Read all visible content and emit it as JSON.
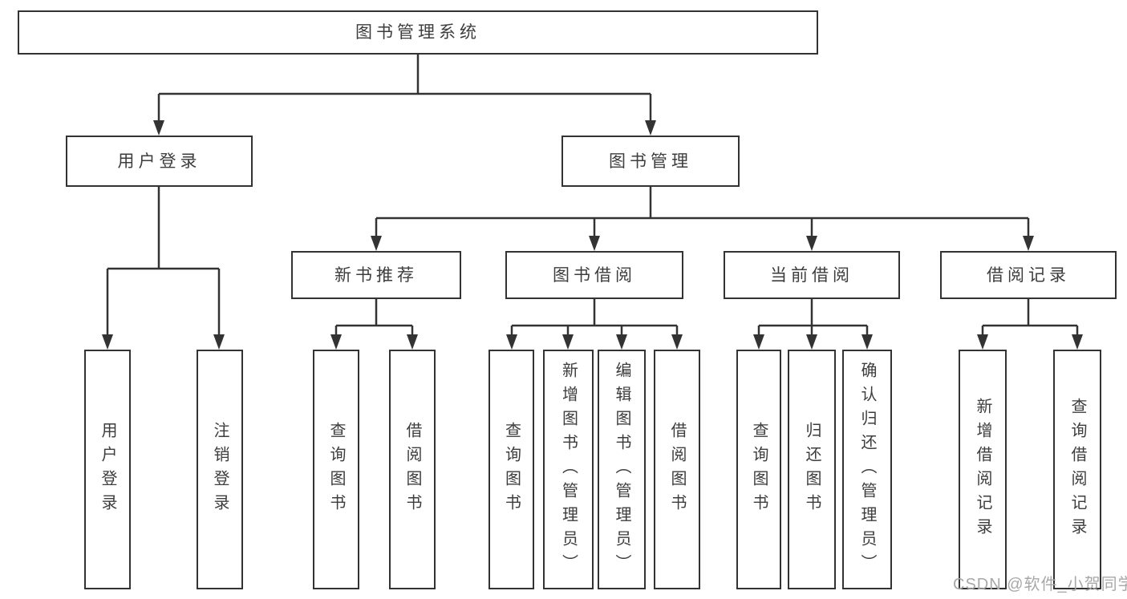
{
  "colors": {
    "line": "#333333",
    "text": "#3d3d3d",
    "box_background": "#ffffff",
    "page_background": "#ffffff",
    "watermark": "#a8a8a8"
  },
  "watermark": {
    "text": "CSDN @软件_小贺同学"
  },
  "diagram": {
    "type": "tree",
    "root": {
      "label": "图书管理系统",
      "children": [
        {
          "label": "用户登录",
          "children": [
            {
              "label": "用户登录"
            },
            {
              "label": "注销登录"
            }
          ]
        },
        {
          "label": "图书管理",
          "children": [
            {
              "label": "新书推荐",
              "children": [
                {
                  "label": "查询图书"
                },
                {
                  "label": "借阅图书"
                }
              ]
            },
            {
              "label": "图书借阅",
              "children": [
                {
                  "label": "查询图书"
                },
                {
                  "label": "新增图书（管理员）"
                },
                {
                  "label": "编辑图书（管理员）"
                },
                {
                  "label": "借阅图书"
                }
              ]
            },
            {
              "label": "当前借阅",
              "children": [
                {
                  "label": "查询图书"
                },
                {
                  "label": "归还图书"
                },
                {
                  "label": "确认归还（管理员）"
                }
              ]
            },
            {
              "label": "借阅记录",
              "children": [
                {
                  "label": "新增借阅记录"
                },
                {
                  "label": "查询借阅记录"
                }
              ]
            }
          ]
        }
      ]
    }
  }
}
